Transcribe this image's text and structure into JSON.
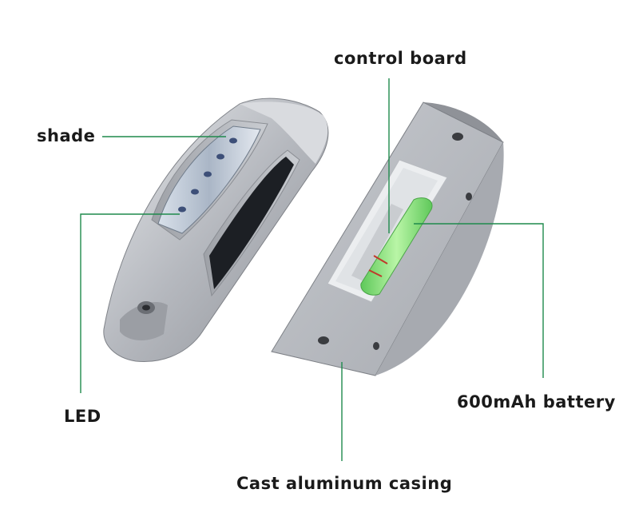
{
  "labels": {
    "shade": "shade",
    "control_board": "control board",
    "led": "LED",
    "battery": "600mAh battery",
    "casing": "Cast aluminum casing"
  },
  "colors": {
    "leader_line": "#1e8a4c",
    "text": "#1a1a1a",
    "metal": "#b9bcc2",
    "solar_panel": "#1c1f24",
    "battery": "#8fe08a"
  }
}
